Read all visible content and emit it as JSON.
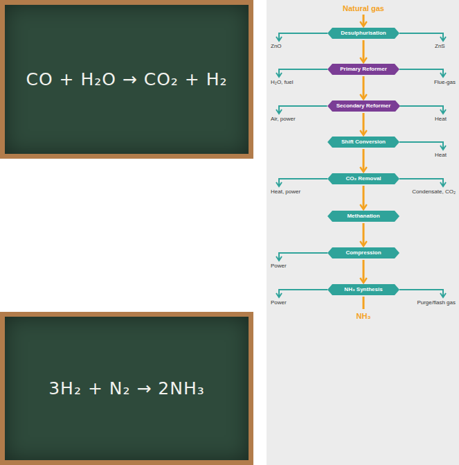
{
  "diagram": {
    "nodes": [
      {
        "text": [
          "CO + H₂O → CO₂ + H₂"
        ]
      },
      {
        "text": [
          "3H₂ + N₂ → 2NH₃"
        ]
      },
      {
        "text": [
          "Desulphurisation"
        ]
      },
      {
        "text": [
          "Primary Reformer"
        ]
      },
      {
        "text": [
          "Secondary Reformer"
        ]
      },
      {
        "text": [
          "Shift Conversion"
        ]
      },
      {
        "text": [
          "CO₂ Removal"
        ]
      },
      {
        "text": [
          "Methanation"
        ]
      },
      {
        "text": [
          "Compression"
        ]
      },
      {
        "text": [
          "NH₃ Synthesis"
        ]
      }
    ],
    "edges": [
      {
        "from": 2,
        "to": 3,
        "arrow": "to"
      },
      {
        "from": 3,
        "to": 4,
        "arrow": "to"
      },
      {
        "from": 4,
        "to": 5,
        "arrow": "to"
      },
      {
        "from": 5,
        "to": 6,
        "arrow": "to"
      },
      {
        "from": 6,
        "to": 7,
        "arrow": "to"
      },
      {
        "from": 7,
        "to": 8,
        "arrow": "to"
      },
      {
        "from": 8,
        "to": 9,
        "arrow": "to"
      }
    ],
    "labels": [
      "Natural gas",
      "ZnO",
      "ZnS",
      "H₂O, fuel",
      "Flue-gas",
      "Air, power",
      "Heat",
      "Heat",
      "Heat, power",
      "Condensate, CO₂",
      "Power",
      "Power",
      "Purge/flash gas",
      "NH₃"
    ]
  }
}
